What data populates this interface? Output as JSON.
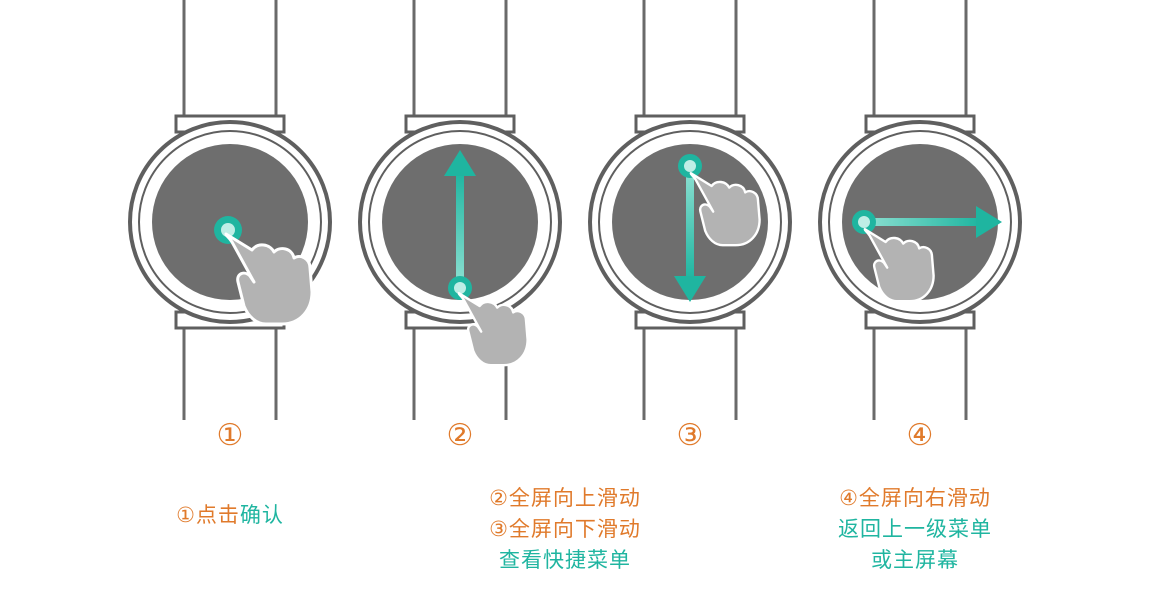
{
  "colors": {
    "orange": "#e07a2b",
    "teal": "#1fb5a0",
    "screen": "#6e6e6e",
    "hand": "#b3b3b3",
    "outline": "#5f5f5f"
  },
  "panels": [
    {
      "number": "①",
      "gesture": "tap"
    },
    {
      "number": "②",
      "gesture": "swipe-up"
    },
    {
      "number": "③",
      "gesture": "swipe-down"
    },
    {
      "number": "④",
      "gesture": "swipe-right"
    }
  ],
  "captions": {
    "c1": {
      "marker": "①",
      "orange": "点击",
      "teal": "确认"
    },
    "c2": {
      "line1": "②全屏向上滑动",
      "line2": "③全屏向下滑动",
      "line3": "查看快捷菜单"
    },
    "c3": {
      "line1": "④全屏向右滑动",
      "line2": "返回上一级菜单",
      "line3": "或主屏幕"
    }
  }
}
